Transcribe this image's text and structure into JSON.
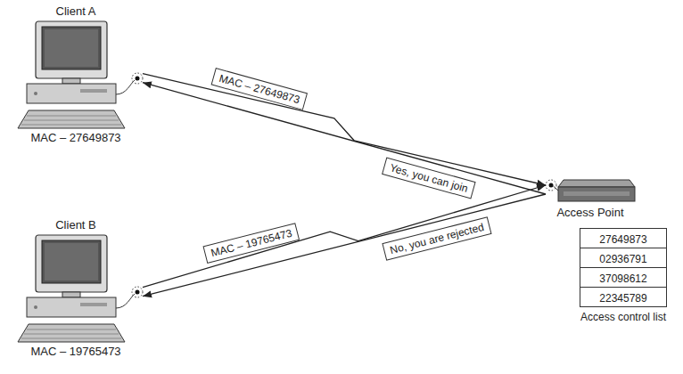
{
  "diagram": {
    "nodes": [
      {
        "text": [
          "Client A",
          "MAC – 27649873"
        ]
      },
      {
        "text": [
          "Client B",
          "MAC – 19765473"
        ]
      },
      {
        "text": [
          "Access Point"
        ]
      },
      {
        "text": [
          "Access control list"
        ]
      },
      {
        "text": [
          "27649873"
        ],
        "in": 3
      },
      {
        "text": [
          "02936791"
        ],
        "in": 3
      },
      {
        "text": [
          "37098612"
        ],
        "in": 3
      },
      {
        "text": [
          "22345789"
        ],
        "in": 3
      }
    ],
    "edges": [
      {
        "from": 0,
        "to": 2,
        "arrow": "to",
        "label": "MAC – 27649873"
      },
      {
        "from": 2,
        "to": 0,
        "arrow": "to",
        "label": "Yes, you can join"
      },
      {
        "from": 1,
        "to": 2,
        "arrow": "to",
        "label": "MAC – 19765473"
      },
      {
        "from": 2,
        "to": 1,
        "arrow": "to",
        "label": "No, you are rejected"
      }
    ]
  }
}
